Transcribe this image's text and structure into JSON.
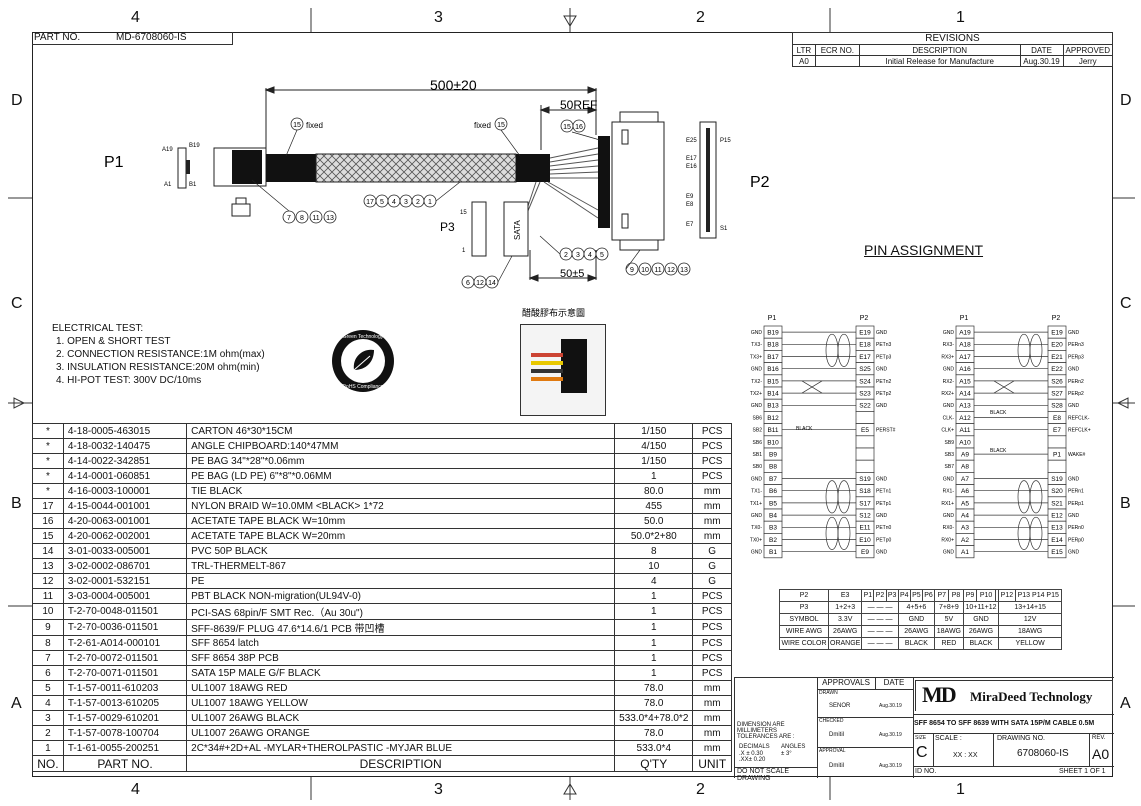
{
  "zones": {
    "top": [
      "4",
      "3",
      "2",
      "1"
    ],
    "bottom": [
      "4",
      "3",
      "2",
      "1"
    ],
    "left": [
      "D",
      "C",
      "B",
      "A"
    ],
    "right": [
      "D",
      "C",
      "B",
      "A"
    ]
  },
  "part_no": {
    "label": "PART NO.",
    "value": "MD-6708060-IS"
  },
  "revisions": {
    "title": "REVISIONS",
    "headers": [
      "LTR",
      "ECR NO.",
      "DESCRIPTION",
      "DATE",
      "APPROVED"
    ],
    "rows": [
      [
        "A0",
        "",
        "Initial Release for Manufacture",
        "Aug.30.19",
        "Jerry"
      ]
    ]
  },
  "drawing": {
    "dim_length": "500±20",
    "dim_50ref": "50REF",
    "dim_50": "50±5",
    "p1": "P1",
    "p2": "P2",
    "p3": "P3",
    "b19": "B19",
    "a19": "A19",
    "a1": "A1",
    "b1": "B1",
    "fixed": "fixed",
    "callout_15": "15",
    "callout_1516": "15 16",
    "callout_7": "7",
    "callout_8": "8",
    "callout_11": "11",
    "callout_13": "13",
    "callout_17": "17",
    "callout_5": "5",
    "callout_4": "4",
    "callout_3": "3",
    "callout_2": "2",
    "callout_1": "1",
    "callout_9": "9",
    "callout_10": "10",
    "callout_12": "12",
    "callout_6": "6",
    "callout_14": "14",
    "sata_label": "SATA",
    "sata_15": "15",
    "sata_1": "1",
    "e25": "E25",
    "p15": "P15",
    "e17": "E17",
    "e16": "E16",
    "e9": "E9",
    "e8": "E8",
    "e7": "E7",
    "s1": "S1",
    "photo_caption": "醋酸膠布示意圖"
  },
  "electrical": {
    "title": "ELECTRICAL TEST:",
    "items": [
      "1. OPEN & SHORT TEST",
      "2. CONNECTION RESISTANCE:1M ohm(max)",
      "3. INSULATION RESISTANCE:20M ohm(min)",
      "4. HI-POT TEST: 300V DC/10ms"
    ]
  },
  "eco_logo": {
    "top": "Green Technology",
    "bottom": "RoHS Compliance"
  },
  "pin_assignment": {
    "title": "PIN ASSIGNMENT",
    "left": {
      "p1": "P1",
      "p2": "P2",
      "rows": [
        {
          "sig": "GND",
          "p1": "B19",
          "p2": "E19",
          "sig2": "GND"
        },
        {
          "sig": "TX3-",
          "p1": "B18",
          "p2": "E18",
          "sig2": "PETn3"
        },
        {
          "sig": "TX3+",
          "p1": "B17",
          "p2": "E17",
          "sig2": "PETp3"
        },
        {
          "sig": "GND",
          "p1": "B16",
          "p2": "S25",
          "sig2": "GND"
        },
        {
          "sig": "TX2-",
          "p1": "B15",
          "p2": "S24",
          "sig2": "PETn2"
        },
        {
          "sig": "TX2+",
          "p1": "B14",
          "p2": "S23",
          "sig2": "PETp2"
        },
        {
          "sig": "GND",
          "p1": "B13",
          "p2": "S22",
          "sig2": "GND"
        },
        {
          "sig": "SB6",
          "p1": "B12",
          "p2": "",
          "sig2": ""
        },
        {
          "sig": "SB2",
          "p1": "B11",
          "p2": "E5",
          "sig2": "PERST#"
        },
        {
          "sig": "SB6",
          "p1": "B10",
          "p2": "",
          "sig2": ""
        },
        {
          "sig": "SB1",
          "p1": "B9",
          "p2": "",
          "sig2": ""
        },
        {
          "sig": "SB0",
          "p1": "B8",
          "p2": "",
          "sig2": ""
        },
        {
          "sig": "GND",
          "p1": "B7",
          "p2": "S19",
          "sig2": "GND"
        },
        {
          "sig": "TX1-",
          "p1": "B6",
          "p2": "S18",
          "sig2": "PETn1"
        },
        {
          "sig": "TX1+",
          "p1": "B5",
          "p2": "S17",
          "sig2": "PETp1"
        },
        {
          "sig": "GND",
          "p1": "B4",
          "p2": "S12",
          "sig2": "GND"
        },
        {
          "sig": "TX0-",
          "p1": "B3",
          "p2": "E11",
          "sig2": "PETn0"
        },
        {
          "sig": "TX0+",
          "p1": "B2",
          "p2": "E10",
          "sig2": "PETp0"
        },
        {
          "sig": "GND",
          "p1": "B1",
          "p2": "E9",
          "sig2": "GND"
        }
      ],
      "black_label": "BLACK"
    },
    "right": {
      "p1": "P1",
      "p2": "P2",
      "rows": [
        {
          "sig": "GND",
          "p1": "A19",
          "p2": "E19",
          "sig2": "GND"
        },
        {
          "sig": "RX3-",
          "p1": "A18",
          "p2": "E20",
          "sig2": "PERn3"
        },
        {
          "sig": "RX3+",
          "p1": "A17",
          "p2": "E21",
          "sig2": "PERp3"
        },
        {
          "sig": "GND",
          "p1": "A16",
          "p2": "E22",
          "sig2": "GND"
        },
        {
          "sig": "RX2-",
          "p1": "A15",
          "p2": "S26",
          "sig2": "PERn2"
        },
        {
          "sig": "RX2+",
          "p1": "A14",
          "p2": "S27",
          "sig2": "PERp2"
        },
        {
          "sig": "GND",
          "p1": "A13",
          "p2": "S28",
          "sig2": "GND"
        },
        {
          "sig": "CLK-",
          "p1": "A12",
          "p2": "E8",
          "sig2": "REFCLK-"
        },
        {
          "sig": "CLK+",
          "p1": "A11",
          "p2": "E7",
          "sig2": "REFCLK+"
        },
        {
          "sig": "SB9",
          "p1": "A10",
          "p2": "",
          "sig2": ""
        },
        {
          "sig": "SB3",
          "p1": "A9",
          "p2": "P1",
          "sig2": "WAKE#"
        },
        {
          "sig": "SB7",
          "p1": "A8",
          "p2": "",
          "sig2": ""
        },
        {
          "sig": "GND",
          "p1": "A7",
          "p2": "S19",
          "sig2": "GND"
        },
        {
          "sig": "RX1-",
          "p1": "A6",
          "p2": "S20",
          "sig2": "PERn1"
        },
        {
          "sig": "RX1+",
          "p1": "A5",
          "p2": "S21",
          "sig2": "PERp1"
        },
        {
          "sig": "GND",
          "p1": "A4",
          "p2": "E12",
          "sig2": "GND"
        },
        {
          "sig": "RX0-",
          "p1": "A3",
          "p2": "E13",
          "sig2": "PERn0"
        },
        {
          "sig": "RX0+",
          "p1": "A2",
          "p2": "E14",
          "sig2": "PERp0"
        },
        {
          "sig": "GND",
          "p1": "A1",
          "p2": "E15",
          "sig2": "GND"
        }
      ],
      "black_label": "BLACK"
    }
  },
  "power_table": {
    "rows": [
      [
        "P2",
        "E3",
        "P1",
        "P2",
        "P3",
        "P4",
        "P5",
        "P6",
        "P7",
        "P8",
        "P9",
        "P10",
        "",
        "P12",
        "P13 P14 P15"
      ],
      [
        "P3",
        "1+2+3",
        "— — —",
        "4+5+6",
        "7+8+9",
        "10+11+12",
        "13+14+15"
      ],
      [
        "SYMBOL",
        "3.3V",
        "— — —",
        "GND",
        "5V",
        "GND",
        "12V"
      ],
      [
        "WIRE AWG",
        "26AWG",
        "— — —",
        "26AWG",
        "18AWG",
        "26AWG",
        "18AWG"
      ],
      [
        "WIRE COLOR",
        "ORANGE",
        "— — —",
        "BLACK",
        "RED",
        "BLACK",
        "YELLOW"
      ]
    ]
  },
  "bom": {
    "headers": [
      "NO.",
      "PART NO.",
      "DESCRIPTION",
      "Q'TY",
      "UNIT"
    ],
    "rows": [
      [
        "*",
        "4-18-0005-463015",
        "CARTON 46*30*15CM",
        "1/150",
        "PCS"
      ],
      [
        "*",
        "4-18-0032-140475",
        "ANGLE CHIPBOARD:140*47MM",
        "4/150",
        "PCS"
      ],
      [
        "*",
        "4-14-0022-342851",
        "PE BAG 34\"*28\"*0.06mm",
        "1/150",
        "PCS"
      ],
      [
        "*",
        "4-14-0001-060851",
        "PE BAG (LD PE) 6\"*8\"*0.06MM",
        "1",
        "PCS"
      ],
      [
        "*",
        "4-16-0003-100001",
        "TIE   BLACK",
        "80.0",
        "mm"
      ],
      [
        "17",
        "4-15-0044-001001",
        "NYLON BRAID W=10.0MM <BLACK> 1*72",
        "455",
        "mm"
      ],
      [
        "16",
        "4-20-0063-001001",
        "ACETATE TAPE BLACK W=10mm",
        "50.0",
        "mm"
      ],
      [
        "15",
        "4-20-0062-002001",
        "ACETATE TAPE BLACK W=20mm",
        "50.0*2+80",
        "mm"
      ],
      [
        "14",
        "3-01-0033-005001",
        "PVC 50P BLACK",
        "8",
        "G"
      ],
      [
        "13",
        "3-02-0002-086701",
        "TRL-THERMELT-867",
        "10",
        "G"
      ],
      [
        "12",
        "3-02-0001-532151",
        "PE",
        "4",
        "G"
      ],
      [
        "11",
        "3-03-0004-005001",
        "PBT BLACK NON-migration(UL94V-0)",
        "1",
        "PCS"
      ],
      [
        "10",
        "T-2-70-0048-011501",
        "PCI-SAS 68pin/F SMT Rec.（Au 30u\")",
        "1",
        "PCS"
      ],
      [
        "9",
        "T-2-70-0036-011501",
        "SFF-8639/F PLUG 47.6*14.6/1 PCB 带凹槽",
        "1",
        "PCS"
      ],
      [
        "8",
        "T-2-61-A014-000101",
        "SFF 8654 latch",
        "1",
        "PCS"
      ],
      [
        "7",
        "T-2-70-0072-011501",
        "SFF 8654  38P PCB",
        "1",
        "PCS"
      ],
      [
        "6",
        "T-2-70-0071-011501",
        "SATA 15P MALE G/F  BLACK",
        "1",
        "PCS"
      ],
      [
        "5",
        "T-1-57-0011-610203",
        "UL1007 18AWG   RED",
        "78.0",
        "mm"
      ],
      [
        "4",
        "T-1-57-0013-610205",
        "UL1007 18AWG   YELLOW",
        "78.0",
        "mm"
      ],
      [
        "3",
        "T-1-57-0029-610201",
        "UL1007 26AWG   BLACK",
        "533.0*4+78.0*2",
        "mm"
      ],
      [
        "2",
        "T-1-57-0078-100704",
        "UL1007 26AWG   ORANGE",
        "78.0",
        "mm"
      ],
      [
        "1",
        "T-1-61-0055-200251",
        "2C*34#+2D+AL -MYLAR+THEROLPASTIC -MYJAR BLUE",
        "533.0*4",
        "mm"
      ]
    ]
  },
  "title_block": {
    "approvals": "APPROVALS",
    "date": "DATE",
    "drawn": "DRAWN",
    "drawn_by": "SENOR",
    "drawn_date": "Aug.30.19",
    "checked": "CHECKED",
    "checked_by": "Dmitil",
    "checked_date": "Aug.30.19",
    "approval": "APPROVAL",
    "approval_by": "Dmitil",
    "approval_date": "Aug.30.19",
    "dim_note": "DIMENSION ARE MILLIMETERS\nTOLERANCES ARE :",
    "decimals": "DECIMALS",
    "tol1": ".X ± 0.30",
    ".tol2": "",
    "tol2": ".XX± 0.20",
    "angles": "ANGLES",
    "angle_val": "± 3°",
    "no_scale": "DO NOT SCALE DRAWING",
    "logo": "MD",
    "company": "MiraDeed Technology",
    "title": "SFF 8654  TO SFF 8639 WITH SATA 15P/M CABLE 0.5M",
    "size_label": "SIZE",
    "size": "C",
    "scale_label": "SCALE :",
    "scale": "XX : XX",
    "dwg_label": "DRAWING  NO.",
    "dwg_no": "6708060-IS",
    "rev_label": "REV.",
    "rev": "A0",
    "id_label": "ID NO.",
    "sheet": "SHEET 1 OF 1"
  }
}
